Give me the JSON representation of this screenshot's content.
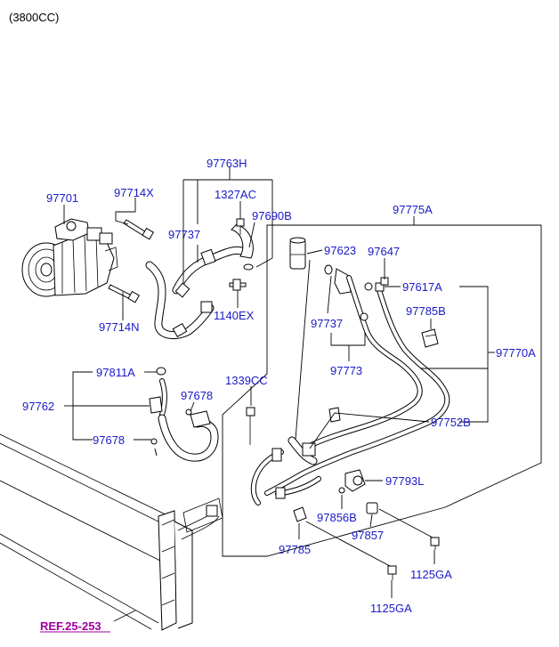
{
  "header": {
    "engine": "(3800CC)"
  },
  "reference": {
    "label": "REF.25-253",
    "color": "#a000a0"
  },
  "colors": {
    "part_number": "#1a1ac8",
    "lines": "#000000"
  },
  "labels": {
    "p97701": "97701",
    "p97714X": "97714X",
    "p97714N": "97714N",
    "p97763H": "97763H",
    "p1327AC": "1327AC",
    "p97690B": "97690B",
    "p97737a": "97737",
    "p1140EX": "1140EX",
    "p97775A": "97775A",
    "p97623": "97623",
    "p97647": "97647",
    "p97617A": "97617A",
    "p97785B": "97785B",
    "p97737b": "97737",
    "p97773": "97773",
    "p97770A": "97770A",
    "p97752B": "97752B",
    "p97811A": "97811A",
    "p97678a": "97678",
    "p1339CC": "1339CC",
    "p97762": "97762",
    "p97678b": "97678",
    "p97793L": "97793L",
    "p97856B": "97856B",
    "p97857": "97857",
    "p97785": "97785",
    "p1125GAa": "1125GA",
    "p1125GAb": "1125GA"
  }
}
